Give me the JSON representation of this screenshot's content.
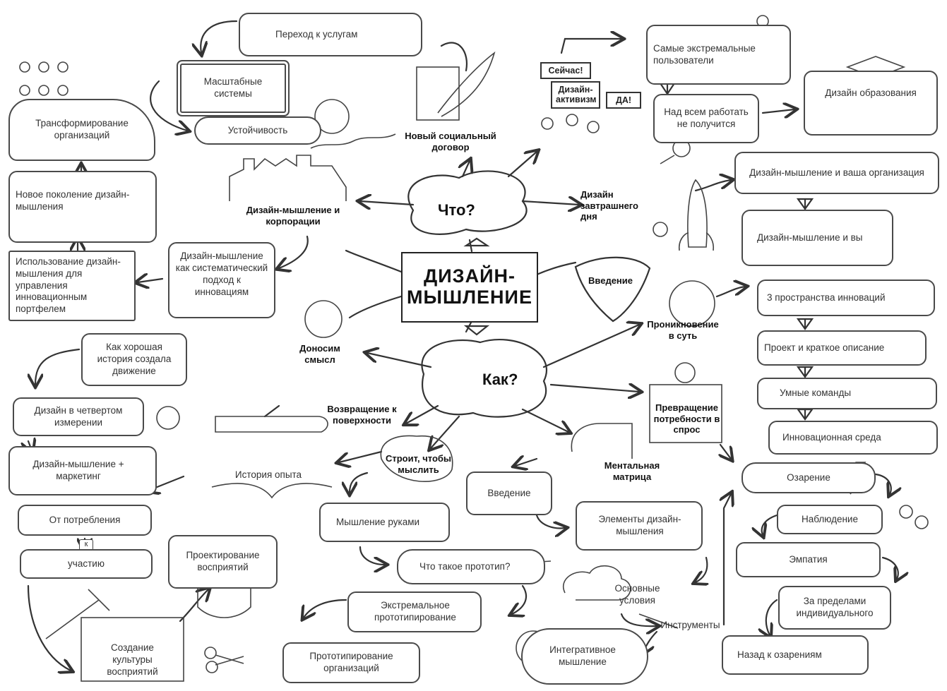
{
  "center": {
    "title_line1": "ДИЗАЙН-",
    "title_line2": "МЫШЛЕНИЕ"
  },
  "hubs": {
    "what": "Что?",
    "how": "Как?",
    "intro": "Введение"
  },
  "left": {
    "transformation": "Трансформирование организаций",
    "new_generation": "Новое поколение дизайн-мышления",
    "portfolio": "Использование дизайн-мышления для управления инновационным портфелем",
    "good_story": "Как хорошая история создала движение",
    "fourth_dimension": "Дизайн в четвертом измерении",
    "marketing": "Дизайн-мышление + маркетинг",
    "from_consumption": "От потребления",
    "to_label": "к",
    "to_participation": "участию",
    "culture": "Создание культуры восприятий"
  },
  "top": {
    "services": "Переход к услугам",
    "scalable": "Масштабные системы",
    "sustainability": "Устойчивость",
    "corporations": "Дизайн-мышление и корпорации",
    "systematic": "Дизайн-мышление как систематический подход к инновациям",
    "social_contract": "Новый социальный договор",
    "sign_now": "Сейчас!",
    "sign_activism": "Дизайн-активизм",
    "sign_yes": "ДА!"
  },
  "right": {
    "extreme_users": "Самые экстремальные пользователи",
    "no_work_above": "Над всем работать не получится",
    "education": "Дизайн образования",
    "design_tomorrow": "Дизайн завтрашнего дня",
    "your_org": "Дизайн-мышление и ваша организация",
    "and_you": "Дизайн-мышление и вы",
    "insight_core": "Проникновение в суть",
    "three_spaces": "3 пространства инноваций",
    "project_brief": "Проект и краткое описание",
    "smart_teams": "Умные команды",
    "innovation_env": "Инновационная среда",
    "needs_to_demand": "Превращение потребности в спрос",
    "insight": "Озарение",
    "observation": "Наблюдение",
    "empathy": "Эмпатия",
    "beyond_individual": "За пределами индивидуального",
    "back_to_insights": "Назад к озарениям"
  },
  "bottom": {
    "convey_meaning": "Доносим смысл",
    "resurface": "Возвращение к поверхности",
    "experience_story": "История опыта",
    "build_to_think": "Строит, чтобы мыслить",
    "thinking_hands": "Мышление руками",
    "design_perceptions": "Проектирование восприятий",
    "what_prototype": "Что такое прототип?",
    "extreme_proto": "Экстремальное прототипирование",
    "proto_orgs": "Прототипирование организаций",
    "mental_matrix": "Ментальная матрица",
    "intro": "Введение",
    "elements": "Элементы дизайн-мышления",
    "basic_conditions": "Основные условия",
    "tools": "Инструменты",
    "integrative": "Интегративное мышление"
  }
}
